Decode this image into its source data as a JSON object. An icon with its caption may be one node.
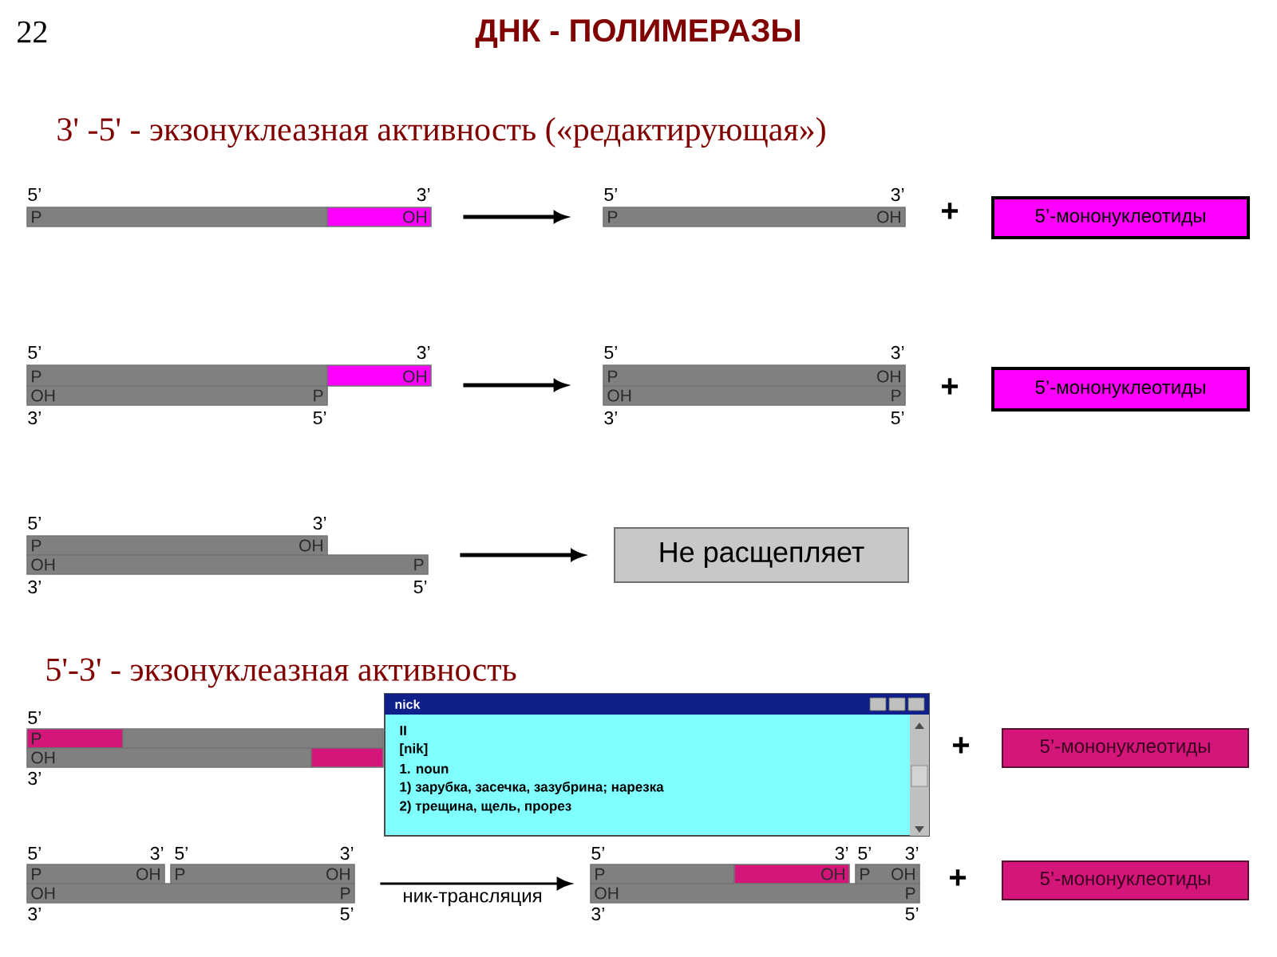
{
  "diagram": {
    "title": "ДНК - ПОЛИМЕРАЗЫ",
    "nodes": [
      {
        "text": [
          "5’",
          "3’",
          "P",
          "OH"
        ]
      },
      {
        "text": [
          "5’",
          "3’",
          "P",
          "OH"
        ]
      },
      {
        "text": [
          "5’-мононуклеотиды"
        ]
      },
      {
        "text": [
          "5’",
          "3’",
          "P",
          "OH",
          "OH",
          "P",
          "3’",
          "5’"
        ]
      },
      {
        "text": [
          "5’",
          "3’",
          "P",
          "OH",
          "OH",
          "P",
          "3’",
          "5’"
        ]
      },
      {
        "text": [
          "5’-мононуклеотиды"
        ]
      },
      {
        "text": [
          "5’",
          "3’",
          "P",
          "OH",
          "OH",
          "P",
          "3’",
          "5’"
        ]
      },
      {
        "text": [
          "Не расщепляет"
        ]
      },
      {
        "text": [
          "5’",
          "P",
          "OH",
          "3’"
        ]
      },
      {
        "text": [
          "5’-мононуклеотиды"
        ]
      },
      {
        "text": [
          "nick",
          "II",
          "[nik]",
          "1. noun",
          "1) зарубка, засечка, зазубрина; нарезка",
          "2) трещина, щель, прорез"
        ]
      },
      {
        "text": [
          "5’",
          "3’",
          "5’",
          "3’",
          "P",
          "OH",
          "P",
          "OH",
          "OH",
          "P",
          "3’",
          "5’"
        ]
      },
      {
        "text": [
          "5’",
          "3’",
          "5’",
          "3’",
          "P",
          "OH",
          "P",
          "OH",
          "OH",
          "P",
          "3’",
          "5’"
        ]
      },
      {
        "text": [
          "5’-мононуклеотиды"
        ]
      }
    ],
    "edges": [
      {
        "from": 0,
        "to": 1,
        "arrow": "to"
      },
      {
        "from": 3,
        "to": 4,
        "arrow": "to"
      },
      {
        "from": 6,
        "to": 7,
        "arrow": "to"
      },
      {
        "from": 11,
        "to": 12,
        "arrow": "to",
        "label": "ник-трансляция"
      }
    ],
    "labels": [
      "22",
      "3' -5' - экзонуклеазная активность («редактирующая»)",
      "+",
      "+",
      "5'-3' - экзонуклеазная активность",
      "+",
      "+"
    ]
  }
}
